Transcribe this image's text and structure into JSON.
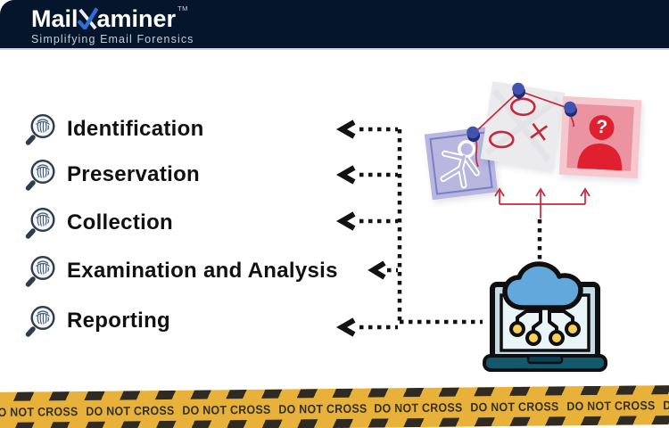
{
  "header": {
    "brand_prefix": "Mail",
    "brand_suffix": "aminer",
    "trademark": "TM",
    "tagline": "Simplifying Email Forensics"
  },
  "steps": [
    {
      "label": "Identification"
    },
    {
      "label": "Preservation"
    },
    {
      "label": "Collection"
    },
    {
      "label": "Examination and Analysis"
    },
    {
      "label": "Reporting"
    }
  ],
  "illustration": {
    "suspect_question_mark": "?"
  },
  "tape": {
    "warning_text": "DO NOT CROSS"
  },
  "colors": {
    "header_bg": "#05152b",
    "brand_blue": "#2f6fdd",
    "text_dark": "#111111",
    "connector_black": "#121212",
    "evidence_red": "#c4293a",
    "pin_blue": "#4152b0",
    "tape_yellow": "#e8b23a",
    "tape_stripe": "#2f2b22",
    "card_purple": "#b7b7e0",
    "card_gray": "#ebebee",
    "card_pink_outer": "#f6c8ce",
    "card_pink_inner": "#ec93a1",
    "silhouette_red": "#e0202e",
    "cloud_blue": "#62a8dc",
    "laptop_teal": "#13596e",
    "node_yellow": "#f7d154"
  }
}
